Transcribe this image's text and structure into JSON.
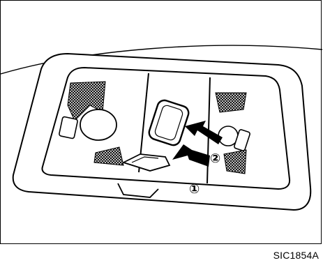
{
  "figure_code": "SIC1854A",
  "callouts": [
    "①",
    "②"
  ]
}
